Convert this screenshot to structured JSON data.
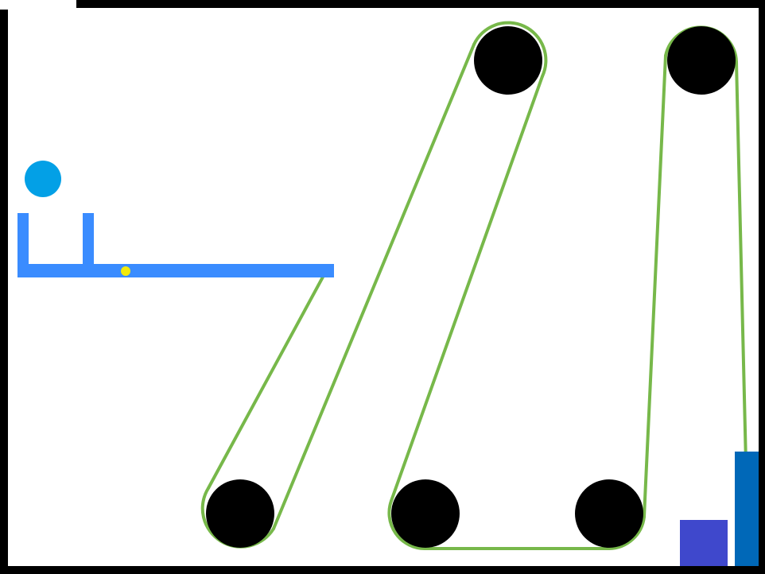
{
  "game": {
    "title": "",
    "colors": {
      "frame": "#000000",
      "canvas": "#ffffff",
      "ball": "#03a0e6",
      "lever": "#3a8cff",
      "pivot": "#f2ea0c",
      "rope": "#77b84a",
      "pulley": "#000000",
      "weight": "#3f48cc",
      "post": "#0068b8"
    },
    "objects": [
      {
        "name": "ball",
        "kind": "ball",
        "color": "ball",
        "interactable": true
      },
      {
        "name": "lever-arm",
        "kind": "lever",
        "color": "lever",
        "interactable": true
      },
      {
        "name": "pivot-point",
        "kind": "pivot",
        "color": "pivot",
        "interactable": false
      },
      {
        "name": "pulley-1",
        "kind": "pulley",
        "color": "pulley",
        "interactable": false
      },
      {
        "name": "pulley-2",
        "kind": "pulley",
        "color": "pulley",
        "interactable": false
      },
      {
        "name": "pulley-3",
        "kind": "pulley",
        "color": "pulley",
        "interactable": false
      },
      {
        "name": "pulley-4",
        "kind": "pulley",
        "color": "pulley",
        "interactable": false
      },
      {
        "name": "pulley-5",
        "kind": "pulley",
        "color": "pulley",
        "interactable": false
      },
      {
        "name": "rope",
        "kind": "rope",
        "color": "rope",
        "interactable": false
      },
      {
        "name": "weight-block",
        "kind": "weight",
        "color": "weight",
        "interactable": true
      },
      {
        "name": "post",
        "kind": "post",
        "color": "post",
        "interactable": false
      }
    ]
  }
}
